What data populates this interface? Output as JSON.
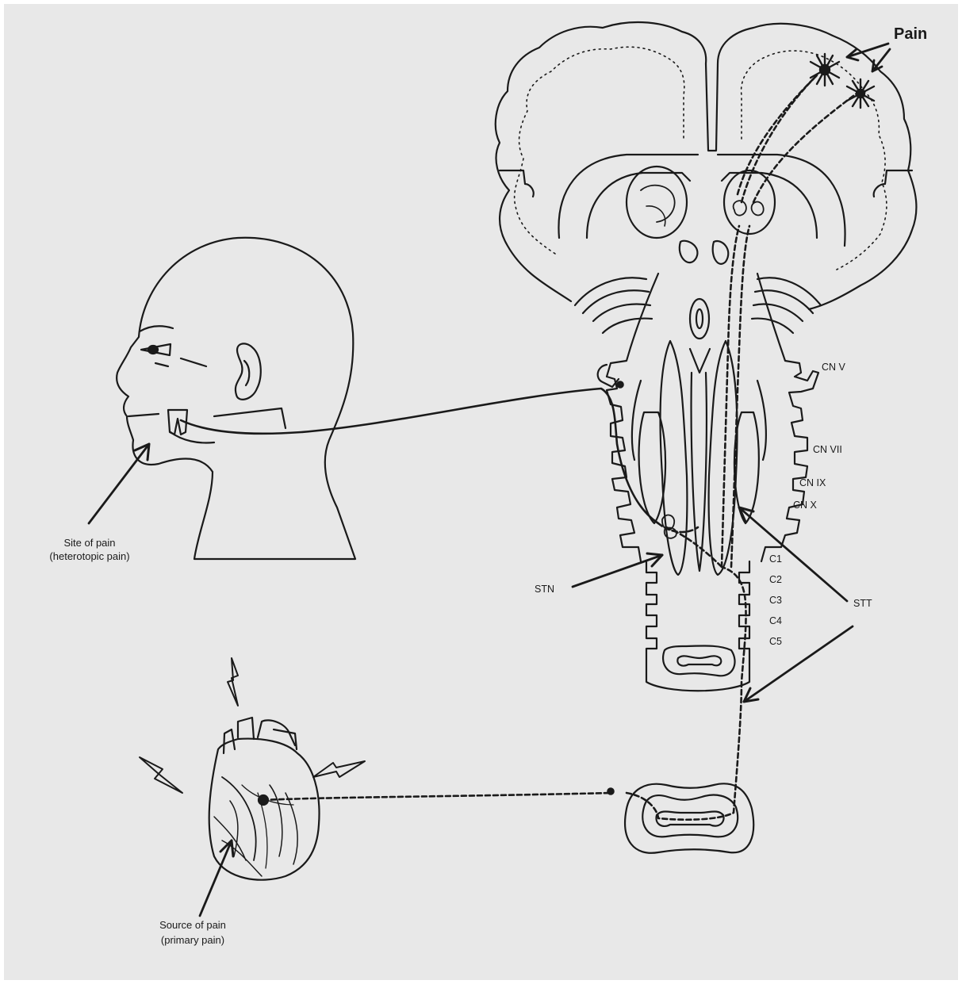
{
  "labels": {
    "pain": "Pain",
    "cn_v": "CN V",
    "cn_vii": "CN VII",
    "cn_ix": "CN IX",
    "cn_x": "CN X",
    "c1": "C1",
    "c2": "C2",
    "c3": "C3",
    "c4": "C4",
    "c5": "C5",
    "stn": "STN",
    "stt": "STT",
    "site_of_pain": "Site of pain",
    "site_of_pain_sub": "(heterotopic pain)",
    "source_of_pain": "Source of pain",
    "source_of_pain_sub": "(primary pain)"
  },
  "colors": {
    "background": "#e8e8e8",
    "line": "#1a1a1a"
  }
}
